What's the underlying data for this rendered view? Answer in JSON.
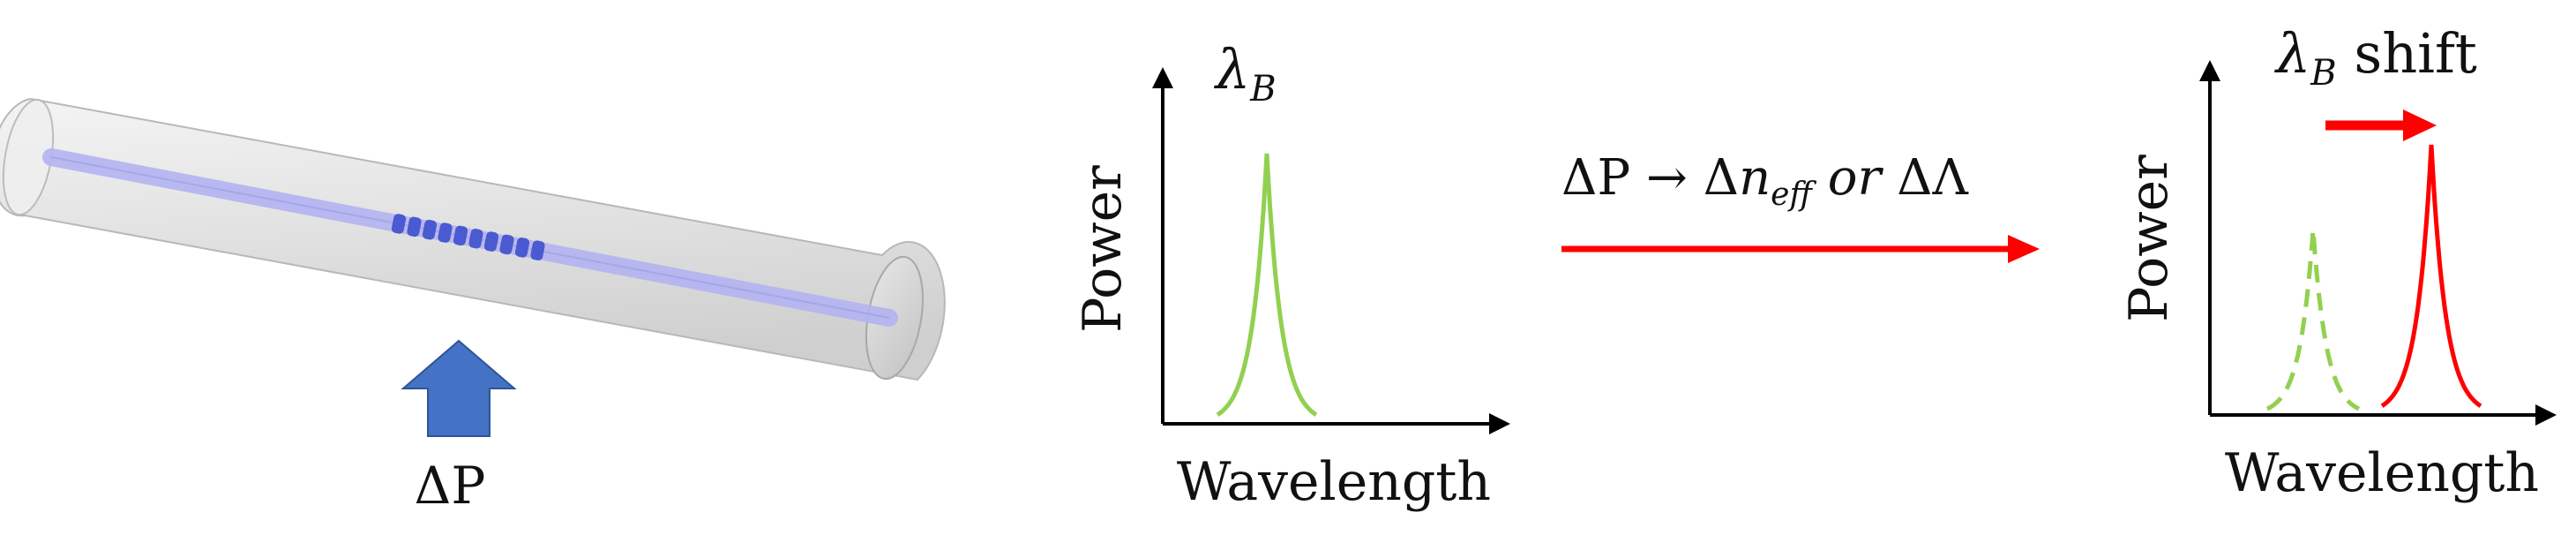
{
  "fiber": {
    "pressure_label": "ΔP",
    "colors": {
      "tube": "#c8c8c8",
      "core": "#a8a8f0",
      "grating": "#4a5ad0",
      "arrow": "#4472c4"
    }
  },
  "chart_before": {
    "peak_label_main": "λ",
    "peak_label_sub": "B",
    "ylabel": "Power",
    "xlabel": "Wavelength",
    "curve_color": "#92d050"
  },
  "process": {
    "label_prefix": "ΔP → Δ",
    "label_n": "n",
    "label_n_sub": "eff",
    "label_or": " or ",
    "label_lambda": "ΔΛ",
    "arrow_color": "#ff0000"
  },
  "chart_after": {
    "shift_label_main": "λ",
    "shift_label_sub": "B",
    "shift_label_suffix": " shift",
    "ylabel": "Power",
    "xlabel": "Wavelength",
    "original_curve_color": "#92d050",
    "shifted_curve_color": "#ff0000"
  }
}
